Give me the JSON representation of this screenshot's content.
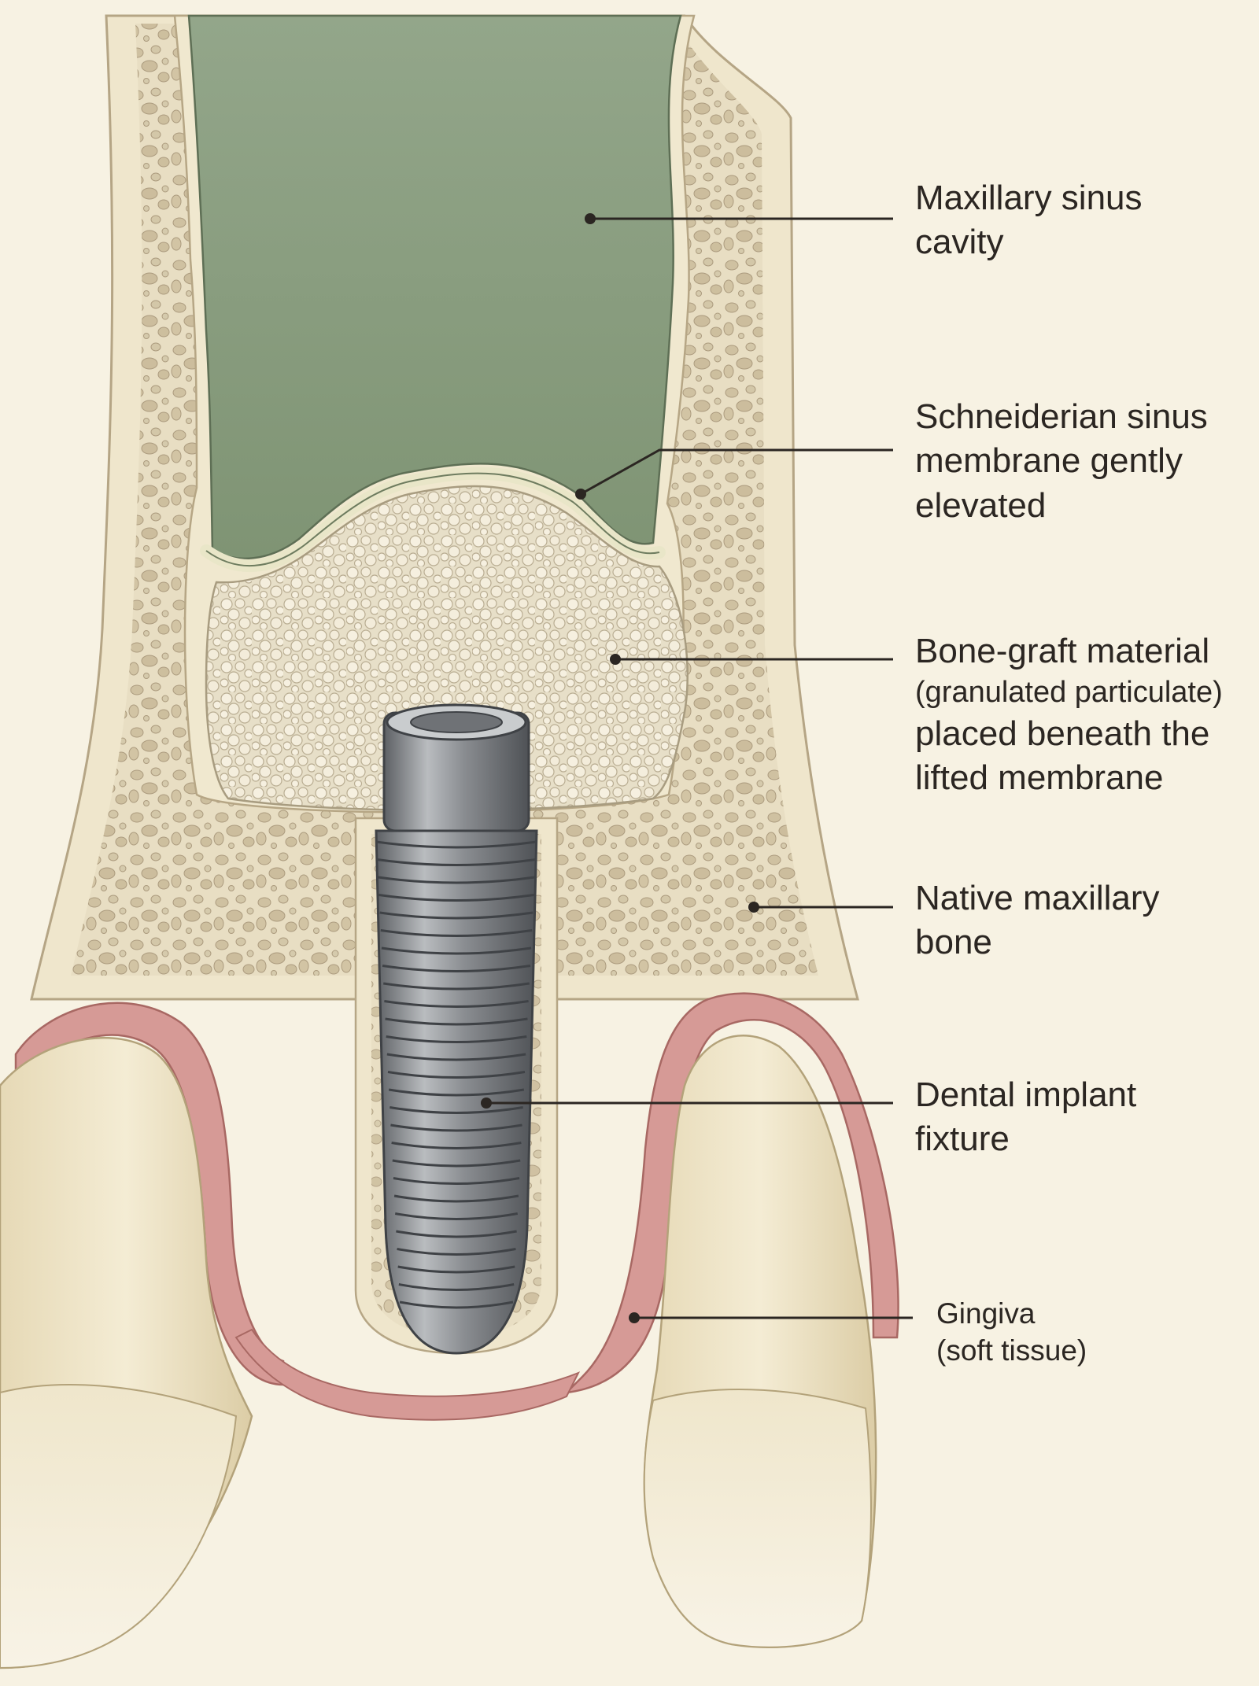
{
  "figure": {
    "colors": {
      "background": "#f7f2e3",
      "bone_cortex": "#efe6cc",
      "bone_cancellous": "#e7dcc0",
      "trabecular_pores": "#cbbd9c",
      "sinus": "#8fa283",
      "membrane": "#e9e6c8",
      "graft": "#f1ead6",
      "implant": "#8a8d90",
      "gingiva": "#d69a96",
      "tooth": "#ece2c2",
      "leader": "#2b2622"
    },
    "labels": {
      "sinus_cavity": {
        "line1": "Maxillary sinus",
        "line2": "cavity"
      },
      "membrane": {
        "line1": "Schneiderian sinus",
        "line2": "membrane gently",
        "line3": "elevated"
      },
      "graft": {
        "line1": "Bone-graft material",
        "line2": "(granulated particulate)",
        "line3": "placed beneath the",
        "line4": "lifted membrane"
      },
      "native_bone": {
        "line1": "Native maxillary",
        "line2": "bone"
      },
      "implant": {
        "line1": "Dental implant",
        "line2": "fixture"
      },
      "gingiva": {
        "line1": "Gingiva",
        "line2": "(soft tissue)"
      }
    }
  }
}
